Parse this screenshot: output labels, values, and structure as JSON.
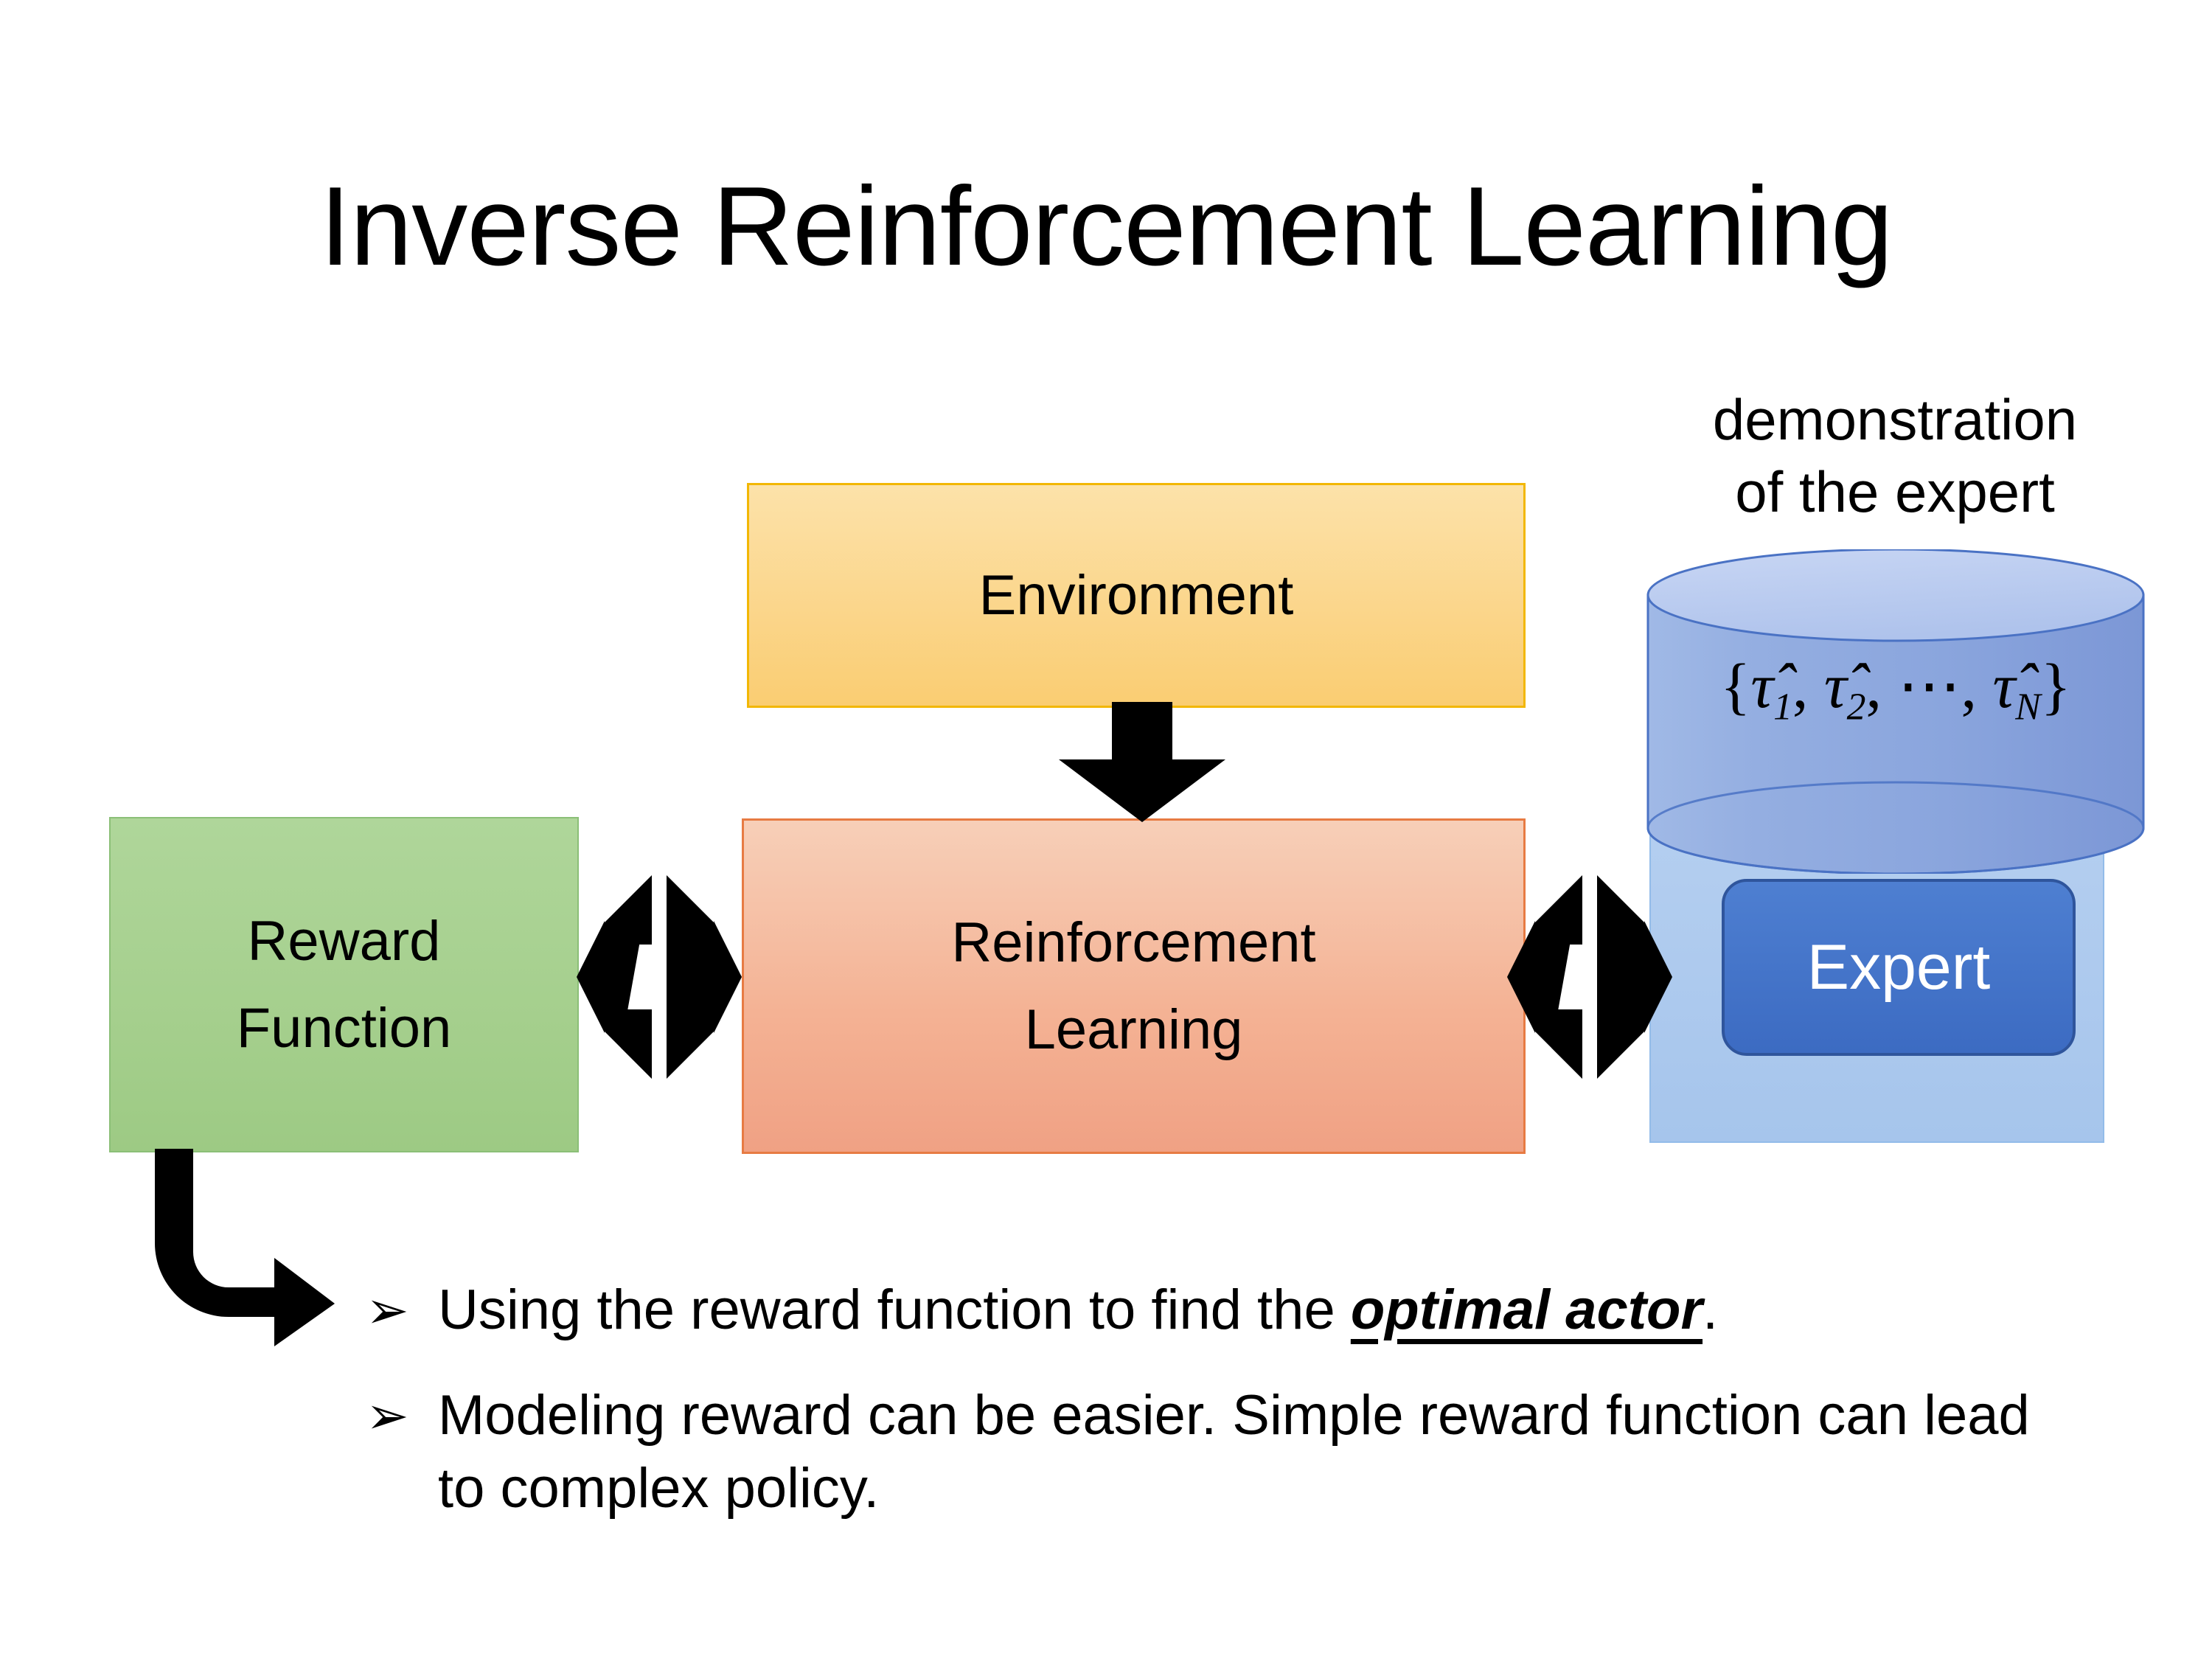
{
  "slide": {
    "title": "Inverse Reinforcement Learning",
    "background_color": "#FFFFFF"
  },
  "diagram": {
    "environment_box": {
      "label": "Environment",
      "fill_top": "#FCE2A9",
      "fill_bottom": "#FACD72",
      "border": "#F2B705"
    },
    "reinforcement_learning_box": {
      "label_line1": "Reinforcement",
      "label_line2": "Learning",
      "fill_top": "#F7CFB8",
      "fill_bottom": "#F0A184",
      "border": "#E77B43"
    },
    "reward_function_box": {
      "label_line1": "Reward",
      "label_line2": "Function",
      "fill_top": "#AFD69A",
      "fill_bottom": "#9DCA84",
      "border": "#8BBF77"
    },
    "expert_panel": {
      "fill_top": "#B5CFF0",
      "fill_bottom": "#A6C5EC",
      "border": "#93BCE9"
    },
    "expert_box": {
      "label": "Expert",
      "fill_top": "#4E7FD1",
      "fill_bottom": "#3C6BC2",
      "border": "#2F559C",
      "text_color": "#FFFFFF"
    },
    "demonstration_cylinder": {
      "caption_line1": "demonstration",
      "caption_line2": "of the expert",
      "formula_open": "{",
      "formula_tau": "τ̂",
      "formula_sub1": "1",
      "formula_sep1": ", ",
      "formula_sub2": "2",
      "formula_sep2": ", ",
      "formula_ellipsis": "⋯",
      "formula_sep3": ", ",
      "formula_subN": "N",
      "formula_close": "}",
      "formula_plain": "{τ̂1, τ̂2, ⋯, τ̂N}",
      "body_fill_left": "#93AEE0",
      "body_fill_right": "#7E9BD8",
      "top_fill": "#C2D2F0",
      "stroke": "#4A72C4"
    },
    "arrows": {
      "environment_to_rl": "down-arrow",
      "reward_to_rl": "double-headed-quad-arrow",
      "rl_to_expert": "double-headed-quad-arrow",
      "reward_to_bullet": "bent-elbow-arrow",
      "color": "#000000"
    }
  },
  "bullets": [
    {
      "marker": "➢",
      "text_before": "Using the reward function to find the ",
      "emphasis": "optimal actor",
      "text_after": "."
    },
    {
      "marker": "➢",
      "text_before": "Modeling reward can be easier. Simple reward function can lead to complex policy.",
      "emphasis": "",
      "text_after": ""
    }
  ]
}
